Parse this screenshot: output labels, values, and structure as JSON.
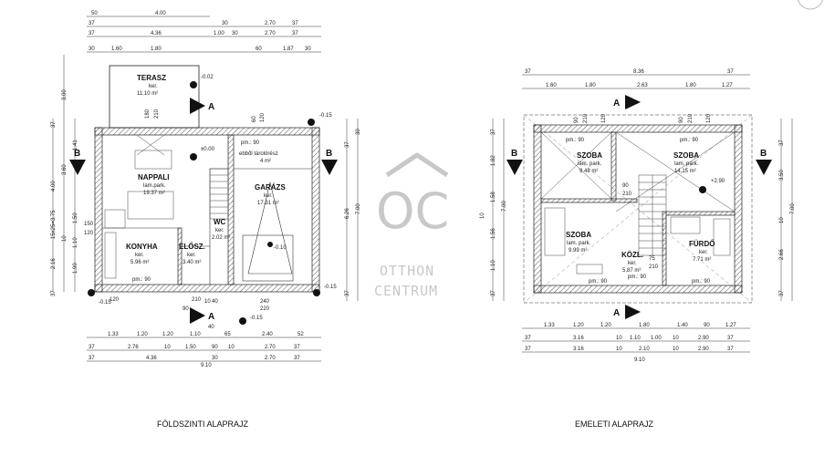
{
  "captions": {
    "ground": "FÖLDSZINTI ALAPRAJZ",
    "upper": "EMELETI ALAPRAJZ"
  },
  "logo": {
    "mark": "OC",
    "line1": "OTTHON",
    "line2": "CENTRUM"
  },
  "section_marks": {
    "a": "A",
    "b": "B"
  },
  "ground": {
    "rooms": [
      {
        "id": "terasz",
        "name": "TERASZ",
        "finish": "ker.",
        "area": "11.10 m²"
      },
      {
        "id": "nappali",
        "name": "NAPPALI",
        "finish": "lam.park.",
        "area": "19.37 m²"
      },
      {
        "id": "konyha",
        "name": "KONYHA",
        "finish": "ker.",
        "area": "5.96 m²"
      },
      {
        "id": "elosz",
        "name": "ELŐSZ.",
        "finish": "ker.",
        "area": "3.40 m²"
      },
      {
        "id": "wc",
        "name": "WC",
        "finish": "ker.",
        "area": "2.02 m²"
      },
      {
        "id": "garazs",
        "name": "GARÁZS",
        "finish": "ker.",
        "area": "17.31 m²"
      }
    ],
    "storage_note": "ebből tárolórész",
    "storage_area": "4 m²",
    "pm90": "pm.: 90",
    "levels": {
      "terrace": "-0.02",
      "living": "±0.00",
      "corner": "-0.15",
      "garage": "-0.10"
    },
    "top_dims": {
      "r1": [
        "50",
        "4.00"
      ],
      "r2": [
        "37",
        "30",
        "2.70",
        "37"
      ],
      "r3": [
        "37",
        "4.36",
        "1.00",
        "30",
        "2.70",
        "37"
      ],
      "r4": [
        "30",
        "1.60",
        "1.80",
        "60",
        "1.87",
        "30"
      ]
    },
    "bottom_dims": {
      "r1": [
        "1.33",
        "1.20",
        "1.20",
        "1.10",
        "65",
        "2.40",
        "52"
      ],
      "r2": [
        "37",
        "2.76",
        "10",
        "1.50",
        "90",
        "10",
        "2.70",
        "37"
      ],
      "r3": [
        "37",
        "4.36",
        "30",
        "2.70",
        "37"
      ],
      "total": "9.10"
    },
    "left_dims": [
      "3.00",
      "37",
      "1.41",
      "3.60",
      "4.00",
      "1.50",
      "15x25=3.75",
      "10",
      "1.10",
      "2.16",
      "1.90",
      "37"
    ],
    "right_dims": [
      "37",
      "30",
      "6.26",
      "7.00",
      "37"
    ],
    "inner_dims": [
      "180",
      "210",
      "60",
      "120",
      "150",
      "120",
      "120",
      "210",
      "90",
      "10",
      "40",
      "40",
      "240",
      "220"
    ]
  },
  "upper": {
    "rooms": [
      {
        "id": "szoba1",
        "name": "SZOBA",
        "finish": "lam. park.",
        "area": "9.48 m²"
      },
      {
        "id": "szoba2",
        "name": "SZOBA",
        "finish": "lam. park.",
        "area": "14.15 m²"
      },
      {
        "id": "szoba3",
        "name": "SZOBA",
        "finish": "lam. park.",
        "area": "9.99 m²"
      },
      {
        "id": "kozl",
        "name": "KÖZL.",
        "finish": "ker.",
        "area": "5.87 m²"
      },
      {
        "id": "furdo",
        "name": "FÜRDŐ",
        "finish": "ker.",
        "area": "7.71 m²"
      }
    ],
    "pm90": "pm.: 90",
    "level": "+2.90",
    "top_dims": {
      "r1": [
        "37",
        "8.36",
        "37"
      ],
      "r2": [
        "1.60",
        "1.80",
        "2.63",
        "1.80",
        "1.27"
      ]
    },
    "bottom_dims": {
      "r1": [
        "1.33",
        "1.20",
        "1.20",
        "1.80",
        "1.40",
        "90",
        "1.27"
      ],
      "r2": [
        "37",
        "3.16",
        "10",
        "1.10",
        "1.00",
        "10",
        "2.90",
        "37"
      ],
      "r3": [
        "37",
        "3.16",
        "10",
        "2.10",
        "10",
        "2.90",
        "37"
      ],
      "total": "9.10"
    },
    "left_dims": [
      "37",
      "10",
      "1.82",
      "1.58",
      "7.00",
      "1.56",
      "1.10",
      "37"
    ],
    "right_dims": [
      "37",
      "3.50",
      "7.00",
      "10",
      "2.66",
      "37"
    ],
    "inner_dims": [
      "90",
      "210",
      "120",
      "90",
      "210",
      "120",
      "90",
      "210",
      "75",
      "210"
    ]
  }
}
